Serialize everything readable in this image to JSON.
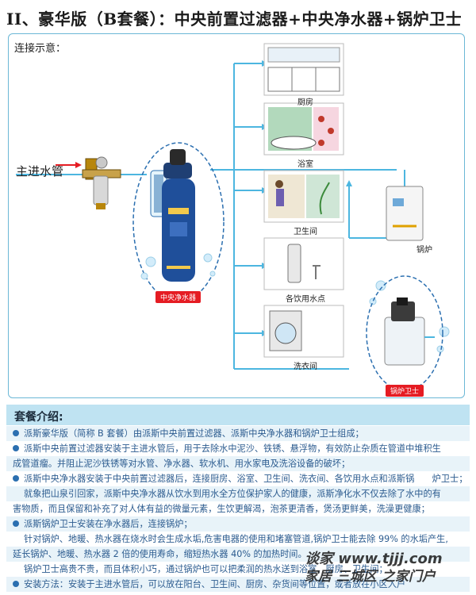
{
  "title": "II、豪华版（B套餐）：中央前置过滤器+中央净水器+锅炉卫士",
  "diagram": {
    "label": "连接示意：",
    "main_inlet": "主进水管",
    "rooms": [
      {
        "name": "厨房",
        "icon": "kitchen-icon"
      },
      {
        "name": "浴室",
        "icon": "bathroom-icon"
      },
      {
        "name": "卫生间",
        "icon": "toilet-icon"
      },
      {
        "name": "各饮用水点",
        "icon": "drinking-water-icon"
      },
      {
        "name": "洗衣间",
        "icon": "laundry-icon"
      }
    ],
    "boiler_label": "锅炉",
    "tag_purifier": "中央净水器",
    "tag_guard": "锅炉卫士",
    "colors": {
      "pipe": "#4cb6e0",
      "arrow": "#e51c23",
      "tag": "#e51c23",
      "frame": "#6bb8d6"
    }
  },
  "intro": {
    "title": "套餐介绍:",
    "lines": [
      "派斯豪华版（简称 B 套餐）由派斯中央前置过滤器、派斯中央净水器和锅炉卫士组成；",
      "派斯中央前置过滤器安装于主进水管后，用于去除水中泥沙、铁锈、悬浮物，有效防止杂质在管道中堆积生",
      "成管道瘤。并阻止泥沙铁锈等对水管、净水器、软水机、用水家电及洗浴设备的破坏；",
      "派斯中央净水器安装于中央前置过滤器后，连接厨房、浴室、卫生间、洗衣间、各饮用水点和派斯锅　　炉卫士；",
      "就象把山泉引回家，派斯中央净水器从饮水到用水全方位保护家人的健康，派斯净化水不仅去除了水中的有",
      "害物质，而且保留和补充了对人体有益的微量元素，生饮更解渴，泡茶更清香，煲汤更鲜美，洗澡更健康；",
      "派斯锅炉卫士安装在净水器后，连接锅炉；",
      "针对锅炉、地暖、热水器在烧水时会生成水垢,危害电器的使用和堵塞管道,锅炉卫士能去除 99% 的水垢产生,",
      "延长锅炉、地暖、热水器 2 倍的使用寿命，缩短热水器 40% 的加热时间。",
      "锅炉卫士高贵不贵，而且体积小巧，通过锅炉也可以把柔润的热水送到浴室、厨房、卫生间；",
      "安装方法：安装于主进水管后，可以放在阳台、卫生间、厨房、杂货间等位置，或者放在小区入户"
    ]
  },
  "watermark": {
    "line1": "谈家 www.tjjj.com",
    "line2": "家居 三城区 之家门户"
  }
}
